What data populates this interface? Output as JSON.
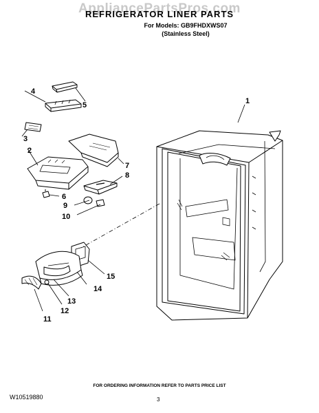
{
  "watermark": "AppliancePartsPros.com",
  "title": "REFRIGERATOR LINER PARTS",
  "models": {
    "label": "For Models: GB9FHDXWS07",
    "finish": "(Stainless Steel)"
  },
  "callouts": [
    "1",
    "2",
    "3",
    "4",
    "5",
    "6",
    "7",
    "8",
    "9",
    "10",
    "11",
    "12",
    "13",
    "14",
    "15"
  ],
  "footer": {
    "note": "FOR ORDERING INFORMATION REFER TO PARTS PRICE LIST",
    "doc_number": "W10519880",
    "page": "3"
  }
}
